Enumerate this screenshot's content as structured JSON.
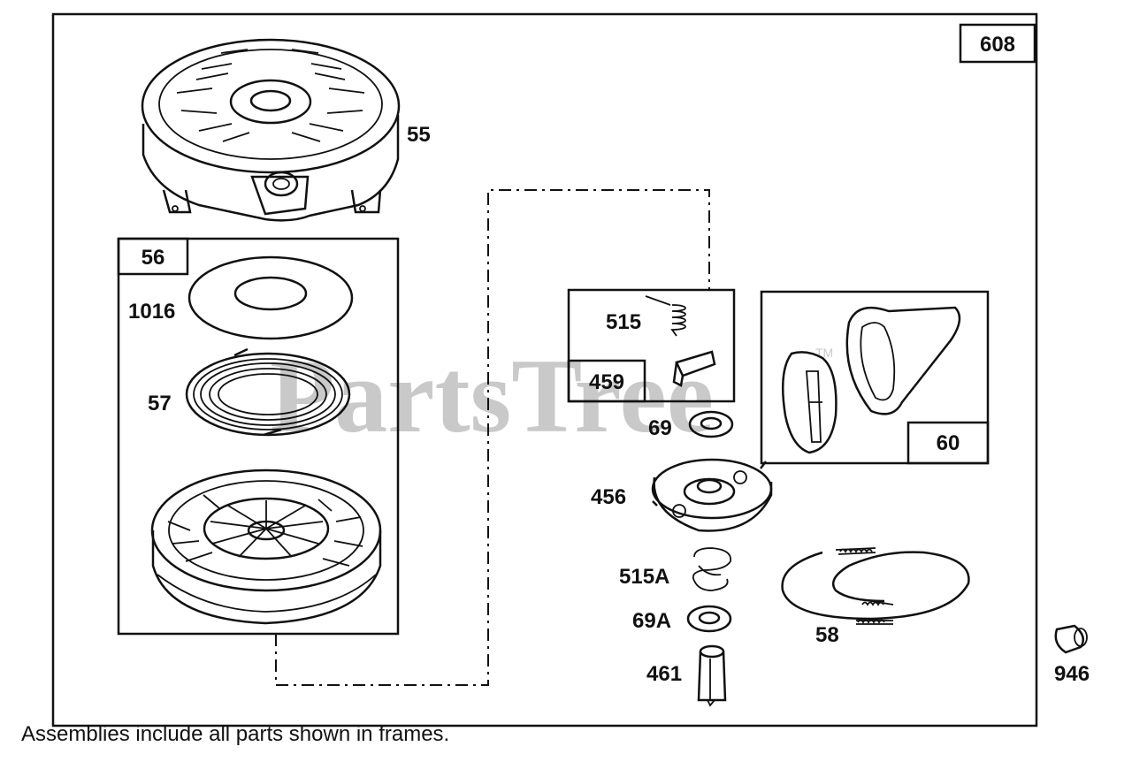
{
  "assembly_number": "608",
  "frames": {
    "rewind_assembly": "56",
    "pawl_assembly": "459",
    "handle_assembly": "60"
  },
  "parts": {
    "housing": "55",
    "washer_1016": "1016",
    "spring_57": "57",
    "spring_515": "515",
    "washer_69": "69",
    "retainer": "456",
    "spring_515a": "515A",
    "washer_69a": "69A",
    "pin": "461",
    "rope": "58",
    "bushing": "946"
  },
  "watermark": {
    "text": "PartsTree",
    "trademark": "TM"
  },
  "note": "Assemblies include all parts shown in frames."
}
